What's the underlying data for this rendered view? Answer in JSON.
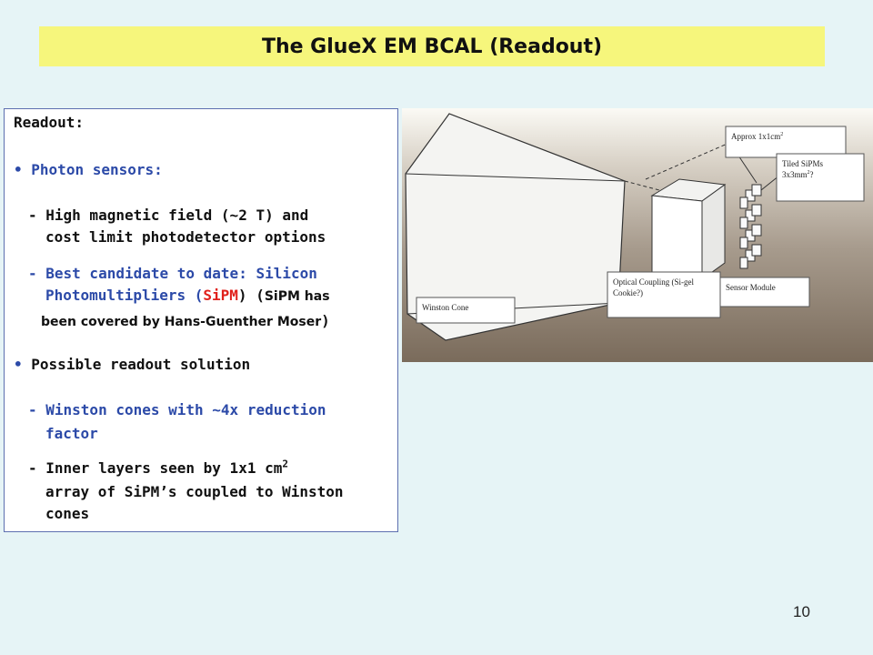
{
  "title": "The GlueX EM BCAL (Readout)",
  "content": {
    "heading": "Readout:",
    "bullet1": "Photon sensors:",
    "b1_item1_line1": "- High magnetic field (~2 T) and",
    "b1_item1_line2": "cost limit photodetector options",
    "b1_item2_line1": "- Best candidate to date: Silicon",
    "b1_item2_line2_a": "Photomultipliers (",
    "b1_item2_line2_sipm": "SiPM",
    "b1_item2_line2_b": ") (",
    "b1_item2_line2_note": "SiPM has",
    "b1_item2_line3": "been covered by Hans-Guenther Moser",
    "b1_item2_line3_close": ")",
    "bullet2": "Possible readout solution",
    "b2_item1_line1": "- Winston cones with ~4x reduction",
    "b2_item1_line2": "factor",
    "b2_item2_line1": "- Inner layers seen by 1x1 cm",
    "b2_item2_sup": "2",
    "b2_item2_line2": "array of SiPM’s coupled to Winston",
    "b2_item2_line3": "cones"
  },
  "diagram": {
    "label_approx": "Approx 1x1cm",
    "label_approx_sup": "2",
    "label_tiled_1": "Tiled SiPMs",
    "label_tiled_2": "3x3mm",
    "label_tiled_2_sup": "2",
    "label_tiled_2_end": "?",
    "label_optical_1": "Optical Coupling (Si-gel",
    "label_optical_2": "Cookie?)",
    "label_sensor": "Sensor Module",
    "label_winston": "Winston Cone"
  },
  "page_number": "10"
}
